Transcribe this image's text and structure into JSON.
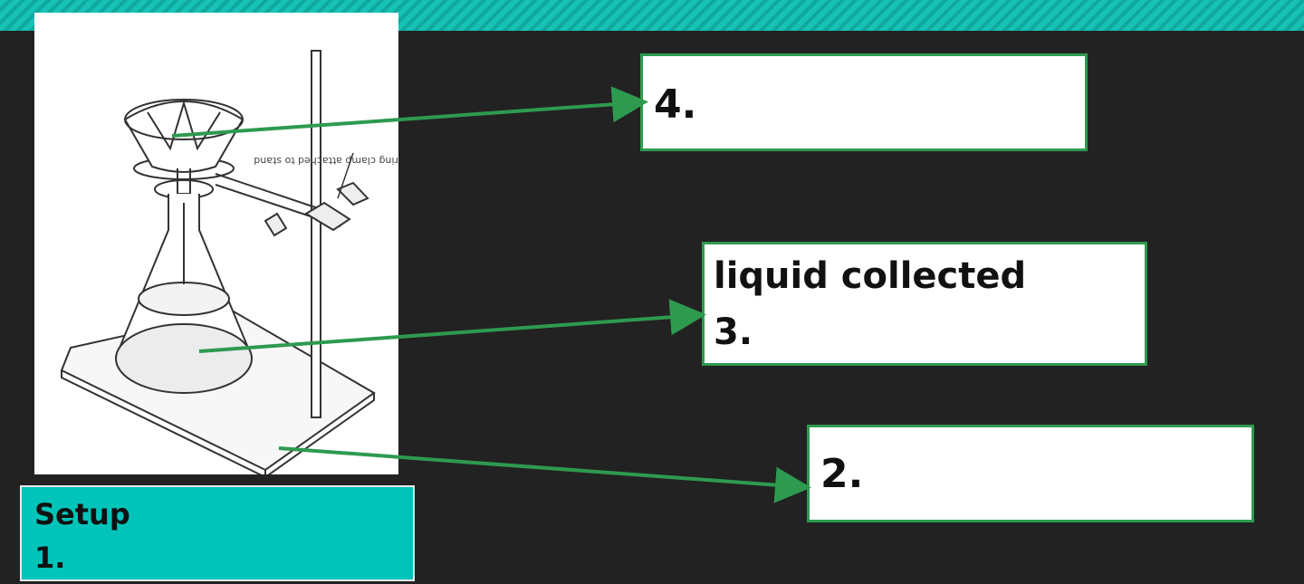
{
  "diagram": {
    "ring_clamp_label": "ring clamp attached to stand"
  },
  "setup": {
    "title": "Setup",
    "item": "1."
  },
  "labels": {
    "box4": {
      "number": "4."
    },
    "box3": {
      "text": "liquid collected",
      "number": "3."
    },
    "box2": {
      "number": "2."
    }
  },
  "colors": {
    "accent": "#00c4ba",
    "arrow": "#2e9a4f",
    "background": "#222222"
  }
}
